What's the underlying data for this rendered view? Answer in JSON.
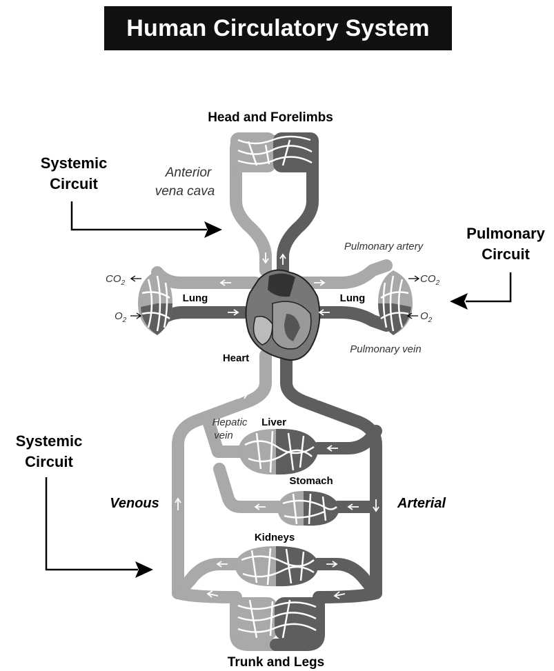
{
  "title": "Human Circulatory System",
  "labels": {
    "head": "Head and Forelimbs",
    "trunk": "Trunk and Legs",
    "systemic_top": [
      "Systemic",
      "Circuit"
    ],
    "systemic_bottom": [
      "Systemic",
      "Circuit"
    ],
    "pulmonary": [
      "Pulmonary",
      "Circuit"
    ],
    "anterior_vena_cava": [
      "Anterior",
      "vena cava"
    ],
    "pulmonary_artery": "Pulmonary artery",
    "pulmonary_vein": "Pulmonary vein",
    "hepatic_vein": [
      "Hepatic",
      "vein"
    ],
    "lung_left": "Lung",
    "lung_right": "Lung",
    "heart": "Heart",
    "liver": "Liver",
    "stomach": "Stomach",
    "kidneys": "Kidneys",
    "venous": "Venous",
    "arterial": "Arterial",
    "co2": "CO",
    "o2": "O",
    "sub2": "2"
  },
  "colors": {
    "venous": "#a9a9a9",
    "arterial": "#5e5e5e",
    "title_bg": "#111111"
  }
}
